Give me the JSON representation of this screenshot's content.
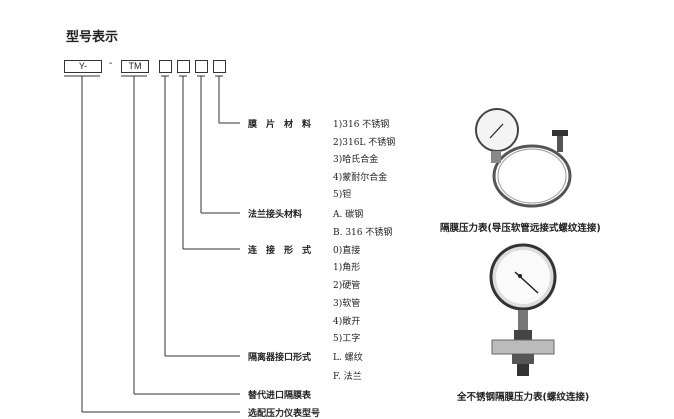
{
  "title": "型号表示",
  "model_boxes": {
    "prefix": "Y-",
    "dash": "-",
    "code": "TM"
  },
  "rows": [
    {
      "label": "膜　片　材　料",
      "values": [
        "1)316 不锈钢",
        "2)316L 不锈钢",
        "3)哈氏合金",
        "4)蒙耐尔合金",
        "5)钽"
      ]
    },
    {
      "label": "法兰接头材料",
      "values": [
        "A. 碳钢",
        "B. 316 不锈钢"
      ]
    },
    {
      "label": "连　接　形　式",
      "values": [
        "0)直接",
        "1)角形",
        "2)硬管",
        "3)软管",
        "4)敞开",
        "5)工字"
      ]
    },
    {
      "label": "隔离器接口形式",
      "values": [
        "L. 螺纹",
        "F. 法兰"
      ]
    },
    {
      "label": "替代进口隔膜表",
      "values": []
    },
    {
      "label": "选配压力仪表型号",
      "values": []
    }
  ],
  "captions": [
    "隔膜压力表(导压软管远接式螺纹连接)",
    "全不锈钢隔膜压力表(螺纹连接)"
  ]
}
